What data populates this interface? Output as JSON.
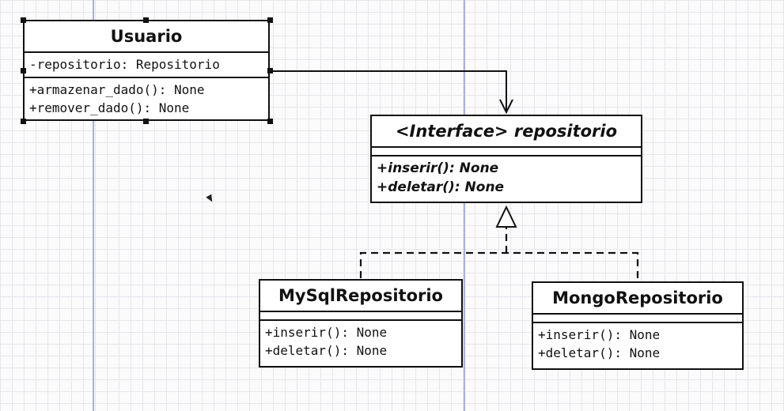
{
  "diagram": {
    "usuario": {
      "title": "Usuario",
      "attributes": [
        "-repositorio: Repositorio"
      ],
      "operations": [
        "+armazenar_dado(): None",
        "+remover_dado(): None"
      ]
    },
    "interface": {
      "title": "<Interface> repositorio",
      "operations": [
        "+inserir(): None",
        "+deletar(): None"
      ]
    },
    "mysql": {
      "title": "MySqlRepositorio",
      "operations": [
        "+inserir(): None",
        "+deletar(): None"
      ]
    },
    "mongo": {
      "title": "MongoRepositorio",
      "operations": [
        "+inserir(): None",
        "+deletar(): None"
      ]
    },
    "relations": [
      {
        "from": "Usuario",
        "to": "<Interface> repositorio",
        "kind": "association"
      },
      {
        "from": "MySqlRepositorio",
        "to": "<Interface> repositorio",
        "kind": "realization"
      },
      {
        "from": "MongoRepositorio",
        "to": "<Interface> repositorio",
        "kind": "realization"
      }
    ]
  },
  "colors": {
    "grid": "#e6e6ec",
    "guide": "#aab0da",
    "stroke": "#111111"
  }
}
